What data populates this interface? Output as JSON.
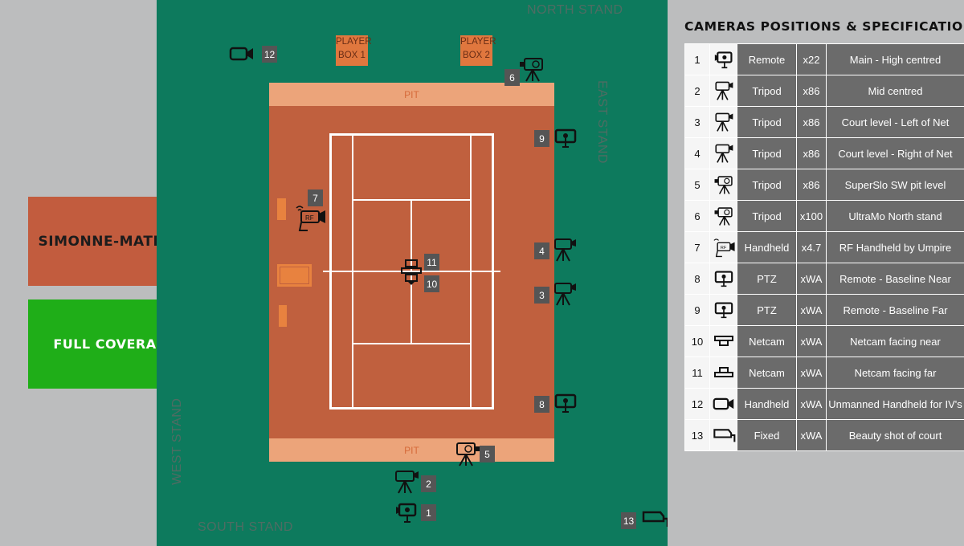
{
  "venue": {
    "name": "SIMONNE-MATHIEU",
    "coverage": "FULL COVERAGE"
  },
  "stands": {
    "north": "NORTH STAND",
    "east": "EAST STAND",
    "south": "SOUTH STAND",
    "west": "WEST STAND"
  },
  "court": {
    "pit_top": "PIT",
    "pit_bottom": "PIT"
  },
  "player_boxes": [
    {
      "line1": "PLAYER",
      "line2": "BOX 1"
    },
    {
      "line1": "PLAYER",
      "line2": "BOX 2"
    }
  ],
  "map_markers": [
    "1",
    "2",
    "3",
    "4",
    "5",
    "6",
    "7",
    "8",
    "9",
    "10",
    "11",
    "12",
    "13"
  ],
  "table": {
    "title": "CAMERAS POSITIONS & SPECIFICATIONS:",
    "rows": [
      {
        "no": "1",
        "icon": "remote-camera-icon",
        "mount": "Remote",
        "zoom": "x22",
        "desc": "Main - High centred"
      },
      {
        "no": "2",
        "icon": "tripod-camera-icon",
        "mount": "Tripod",
        "zoom": "x86",
        "desc": "Mid centred"
      },
      {
        "no": "3",
        "icon": "tripod-camera-icon",
        "mount": "Tripod",
        "zoom": "x86",
        "desc": "Court level - Left of Net"
      },
      {
        "no": "4",
        "icon": "tripod-camera-icon",
        "mount": "Tripod",
        "zoom": "x86",
        "desc": "Court level - Right of Net"
      },
      {
        "no": "5",
        "icon": "slomo-tripod-camera-icon",
        "mount": "Tripod",
        "zoom": "x86",
        "desc": "SuperSlo SW pit level"
      },
      {
        "no": "6",
        "icon": "slomo-tripod-camera-icon",
        "mount": "Tripod",
        "zoom": "x100",
        "desc": "UltraMo North stand"
      },
      {
        "no": "7",
        "icon": "rf-handheld-camera-icon",
        "mount": "Handheld",
        "zoom": "x4.7",
        "desc": "RF Handheld by Umpire"
      },
      {
        "no": "8",
        "icon": "ptz-camera-icon",
        "mount": "PTZ",
        "zoom": "xWA",
        "desc": "Remote - Baseline Near"
      },
      {
        "no": "9",
        "icon": "ptz-camera-icon",
        "mount": "PTZ",
        "zoom": "xWA",
        "desc": "Remote - Baseline Far"
      },
      {
        "no": "10",
        "icon": "netcam-near-icon",
        "mount": "Netcam",
        "zoom": "xWA",
        "desc": "Netcam facing near"
      },
      {
        "no": "11",
        "icon": "netcam-far-icon",
        "mount": "Netcam",
        "zoom": "xWA",
        "desc": "Netcam facing far"
      },
      {
        "no": "12",
        "icon": "handheld-camera-icon",
        "mount": "Handheld",
        "zoom": "xWA",
        "desc": "Unmanned Handheld for IV's"
      },
      {
        "no": "13",
        "icon": "fixed-camera-icon",
        "mount": "Fixed",
        "zoom": "xWA",
        "desc": "Beauty shot of court"
      }
    ]
  }
}
